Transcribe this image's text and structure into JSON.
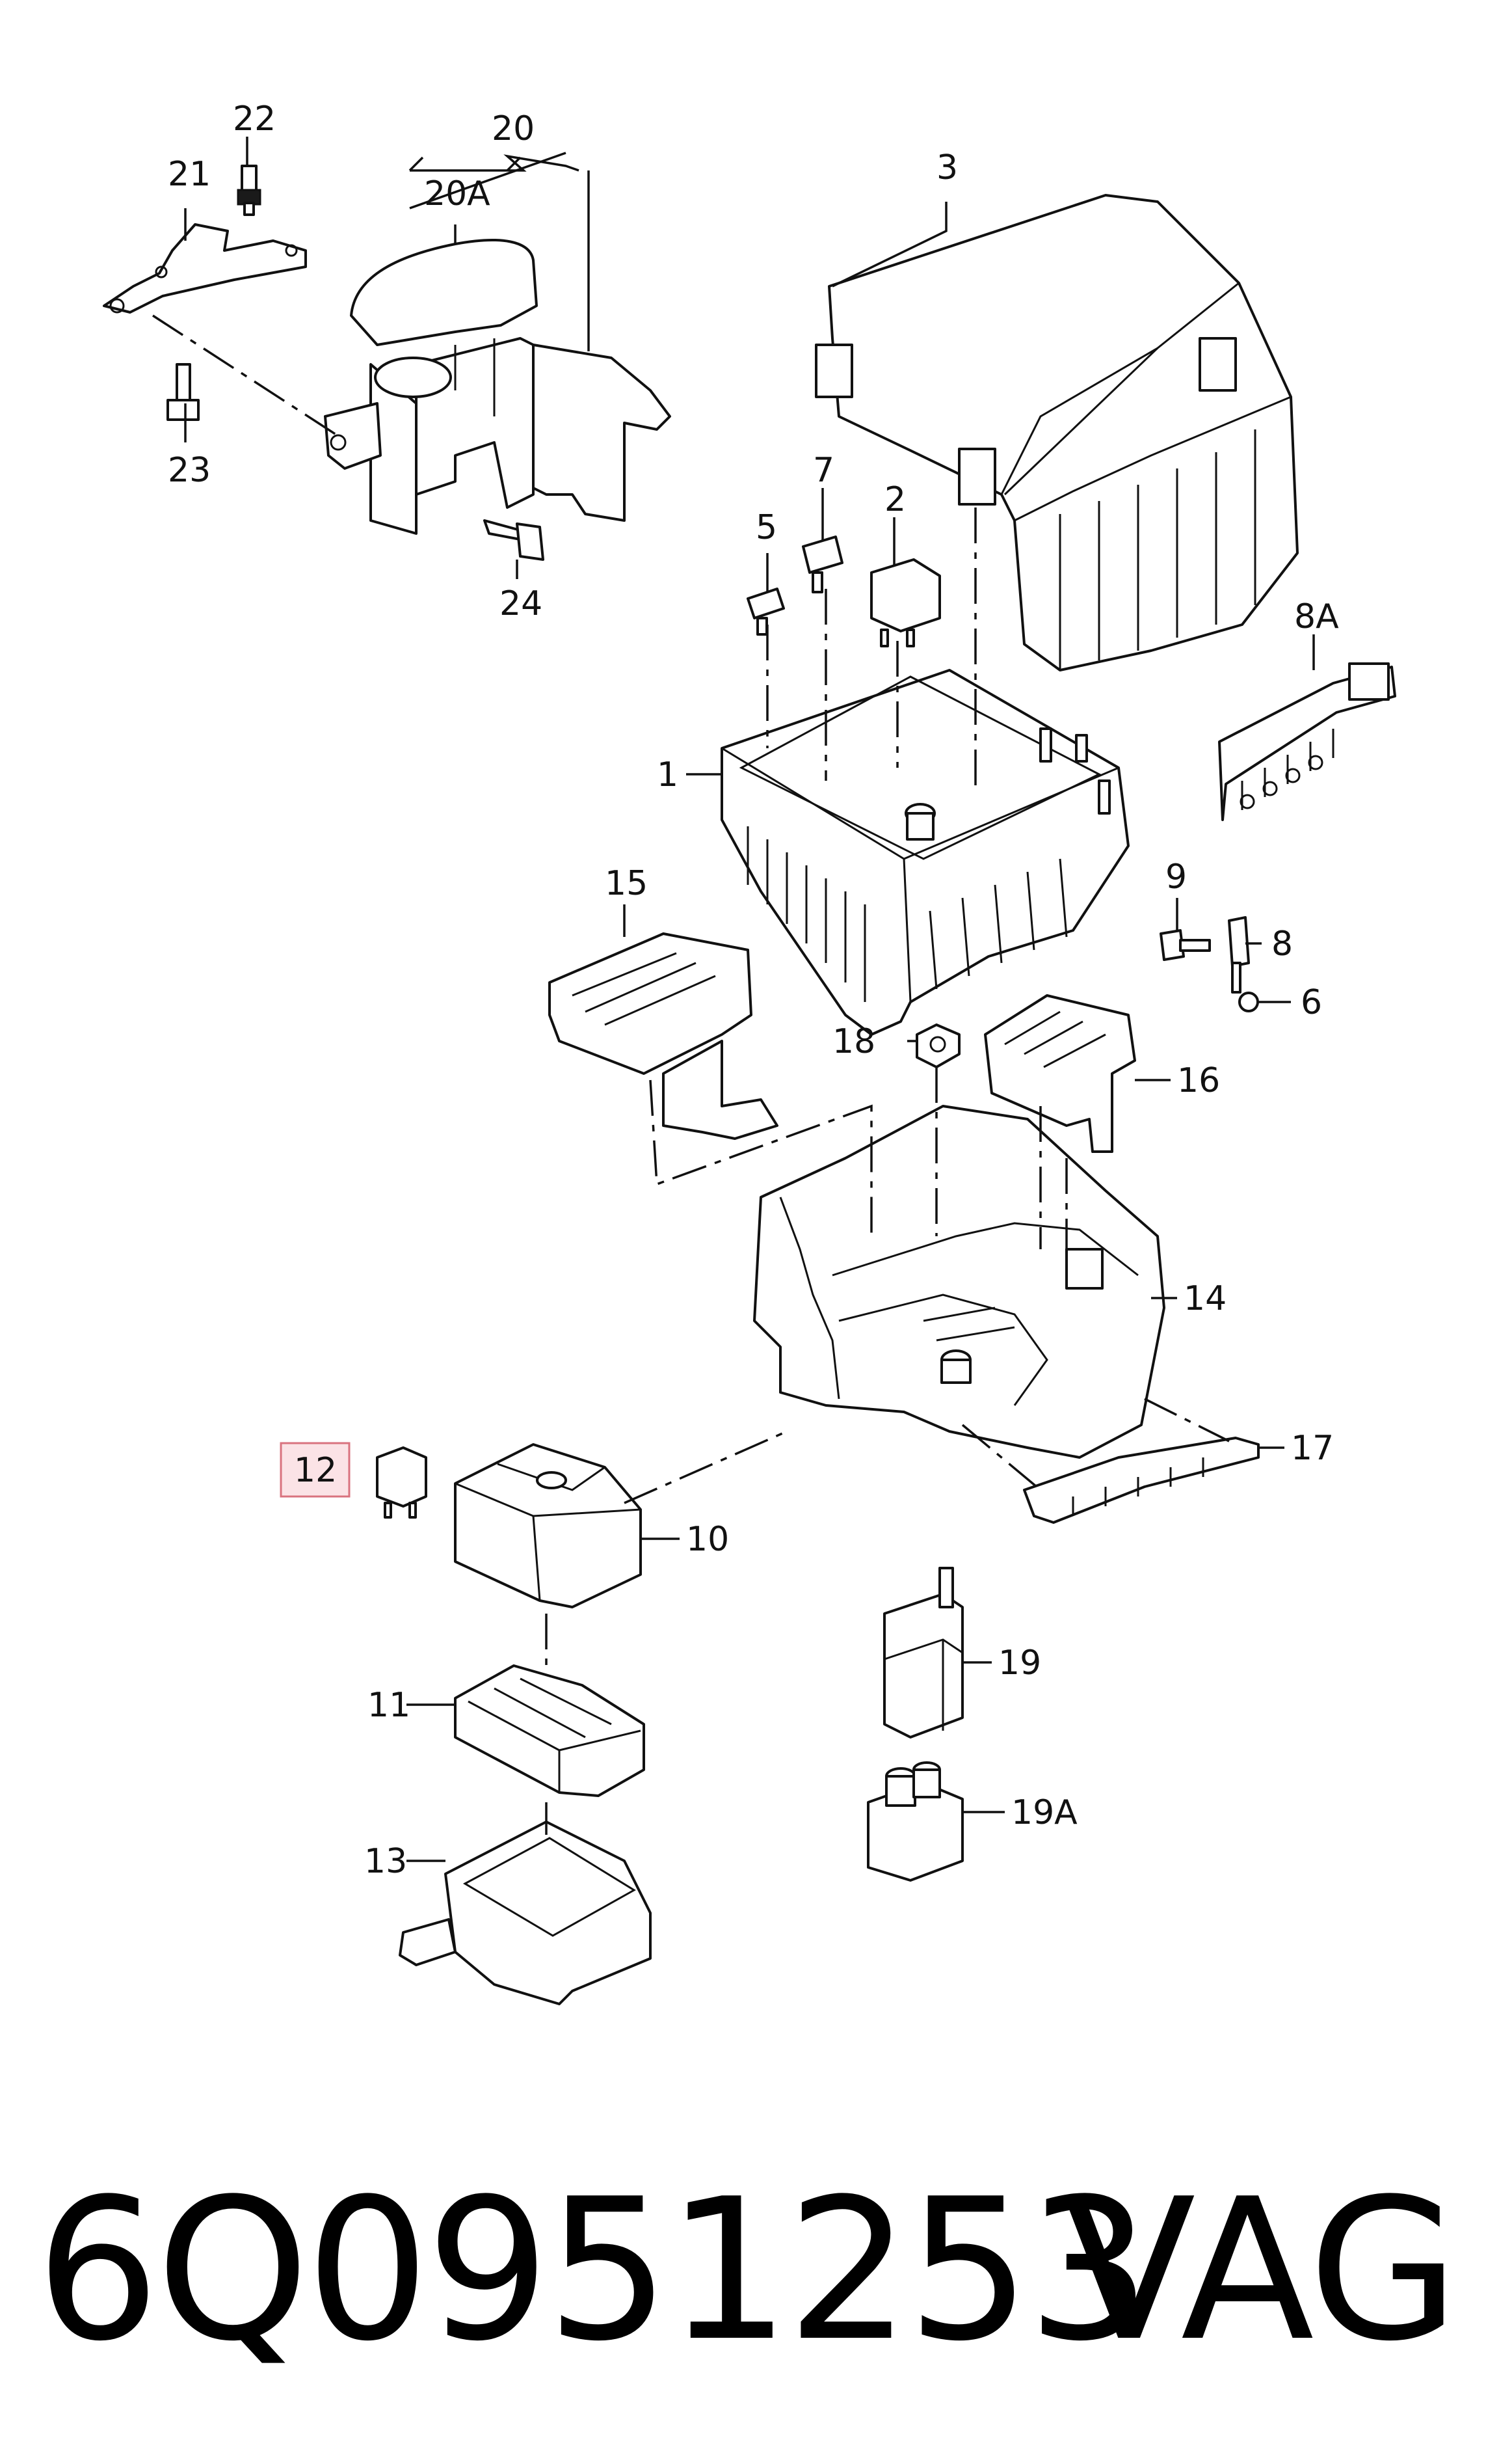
{
  "callouts": {
    "c1": "1",
    "c2": "2",
    "c3": "3",
    "c5": "5",
    "c6": "6",
    "c7": "7",
    "c8": "8",
    "c8a": "8A",
    "c9": "9",
    "c10": "10",
    "c11": "11",
    "c12": "12",
    "c13": "13",
    "c14": "14",
    "c15": "15",
    "c16": "16",
    "c17": "17",
    "c18": "18",
    "c19": "19",
    "c19a": "19A",
    "c20": "20",
    "c20a": "20A",
    "c21": "21",
    "c22": "22",
    "c23": "23",
    "c24": "24"
  },
  "highlighted_callout": "12",
  "footer": {
    "part_number": "6Q0951253",
    "brand": "VAG"
  },
  "colors": {
    "highlight_fill": "#fbe3e6",
    "highlight_border": "#d9737f",
    "line": "#111111"
  }
}
